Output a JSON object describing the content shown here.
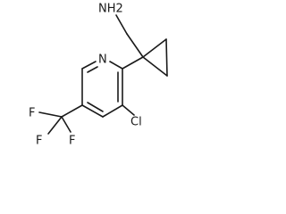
{
  "molecule": {
    "atoms": {
      "amine": "NH2",
      "ring_nitrogen": "N",
      "chlorine": "Cl",
      "fluorine_1": "F",
      "fluorine_2": "F",
      "fluorine_3": "F"
    }
  }
}
